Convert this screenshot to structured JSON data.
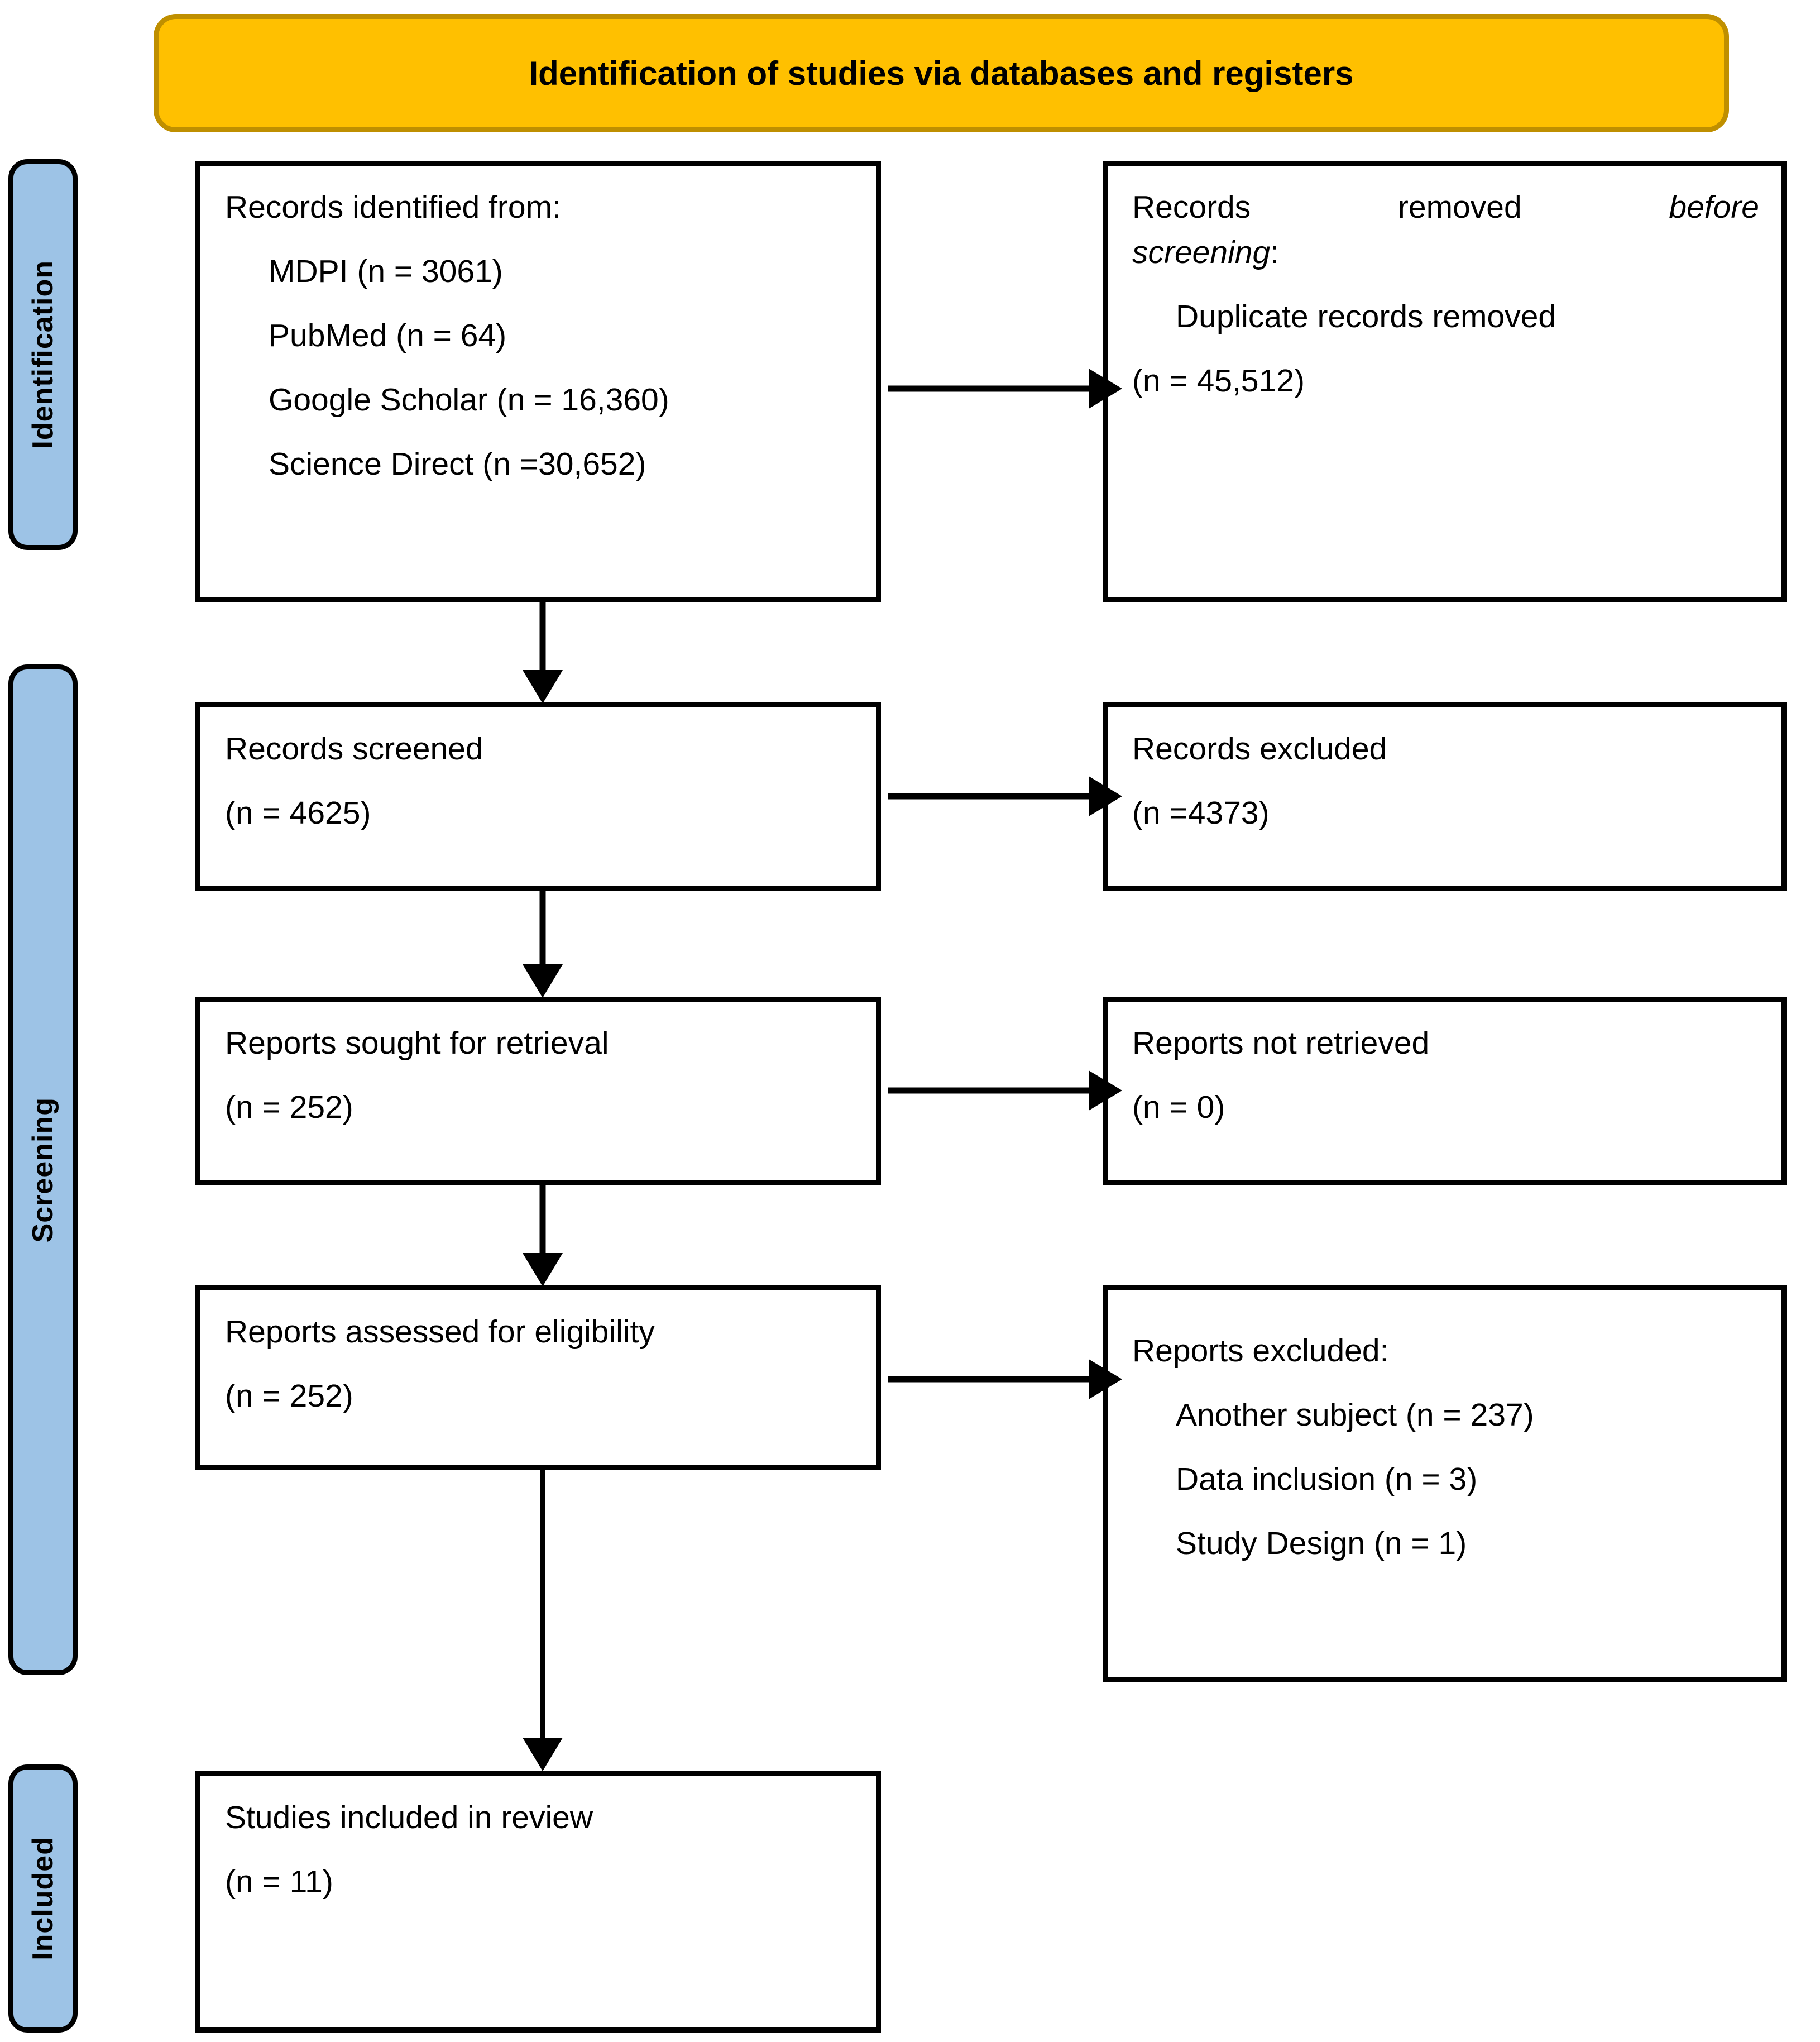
{
  "diagram": {
    "title": "PRISMA 2020 flow diagram",
    "colors": {
      "header_fill": "#FFC000",
      "header_border": "#BF8F00",
      "stage_tab_fill": "#9DC3E6",
      "box_border": "#000000",
      "box_fill": "#FFFFFF",
      "text": "#000000"
    }
  },
  "header": {
    "label": "Identification of studies via databases and registers"
  },
  "stages": [
    {
      "id": "identification",
      "label": "Identification"
    },
    {
      "id": "screening",
      "label": "Screening"
    },
    {
      "id": "included",
      "label": "Included"
    }
  ],
  "boxes": {
    "records_identified": {
      "lead": "Records identified from:",
      "items": [
        "MDPI (n = 3061)",
        "PubMed (n = 64)",
        "Google Scholar (n = 16,360)",
        "Science Direct (n =30,652)"
      ]
    },
    "records_removed": {
      "lead_part1": "Records removed ",
      "lead_italic1": "before",
      "lead_italic2": "screening",
      "lead_colon": ":",
      "items": [
        "Duplicate records removed",
        "(n = 45,512)"
      ]
    },
    "records_screened": {
      "lead": "Records screened",
      "count": "(n = 4625)"
    },
    "records_excluded": {
      "lead": "Records excluded",
      "count": "(n =4373)"
    },
    "reports_sought": {
      "lead": "Reports sought for retrieval",
      "count": "(n = 252)"
    },
    "reports_not_retrieved": {
      "lead": "Reports not retrieved",
      "count": "(n = 0)"
    },
    "reports_assessed": {
      "lead": "Reports assessed for eligibility",
      "count": "(n = 252)"
    },
    "reports_excluded": {
      "lead": "Reports excluded:",
      "items": [
        "Another subject (n = 237)",
        "Data inclusion (n = 3)",
        "Study Design (n = 1)"
      ]
    },
    "studies_included": {
      "lead": "Studies included in review",
      "count": "(n = 11)"
    }
  },
  "chart_data": {
    "type": "diagram",
    "title": "Identification of studies via databases and registers",
    "nodes": [
      {
        "id": "records_identified",
        "stage": "Identification",
        "label": "Records identified from",
        "sources": [
          {
            "name": "MDPI",
            "n": 3061
          },
          {
            "name": "PubMed",
            "n": 64
          },
          {
            "name": "Google Scholar",
            "n": 16360
          },
          {
            "name": "Science Direct",
            "n": 30652
          }
        ]
      },
      {
        "id": "records_removed",
        "stage": "Identification",
        "label": "Records removed before screening: Duplicate records removed",
        "n": 45512
      },
      {
        "id": "records_screened",
        "stage": "Screening",
        "label": "Records screened",
        "n": 4625
      },
      {
        "id": "records_excluded",
        "stage": "Screening",
        "label": "Records excluded",
        "n": 4373
      },
      {
        "id": "reports_sought",
        "stage": "Screening",
        "label": "Reports sought for retrieval",
        "n": 252
      },
      {
        "id": "reports_not_retrieved",
        "stage": "Screening",
        "label": "Reports not retrieved",
        "n": 0
      },
      {
        "id": "reports_assessed",
        "stage": "Screening",
        "label": "Reports assessed for eligibility",
        "n": 252
      },
      {
        "id": "reports_excluded",
        "stage": "Screening",
        "label": "Reports excluded",
        "reasons": [
          {
            "reason": "Another subject",
            "n": 237
          },
          {
            "reason": "Data inclusion",
            "n": 3
          },
          {
            "reason": "Study Design",
            "n": 1
          }
        ]
      },
      {
        "id": "studies_included",
        "stage": "Included",
        "label": "Studies included in review",
        "n": 11
      }
    ],
    "edges": [
      {
        "from": "records_identified",
        "to": "records_removed",
        "direction": "right"
      },
      {
        "from": "records_identified",
        "to": "records_screened",
        "direction": "down"
      },
      {
        "from": "records_screened",
        "to": "records_excluded",
        "direction": "right"
      },
      {
        "from": "records_screened",
        "to": "reports_sought",
        "direction": "down"
      },
      {
        "from": "reports_sought",
        "to": "reports_not_retrieved",
        "direction": "right"
      },
      {
        "from": "reports_sought",
        "to": "reports_assessed",
        "direction": "down"
      },
      {
        "from": "reports_assessed",
        "to": "reports_excluded",
        "direction": "right"
      },
      {
        "from": "reports_assessed",
        "to": "studies_included",
        "direction": "down"
      }
    ]
  }
}
